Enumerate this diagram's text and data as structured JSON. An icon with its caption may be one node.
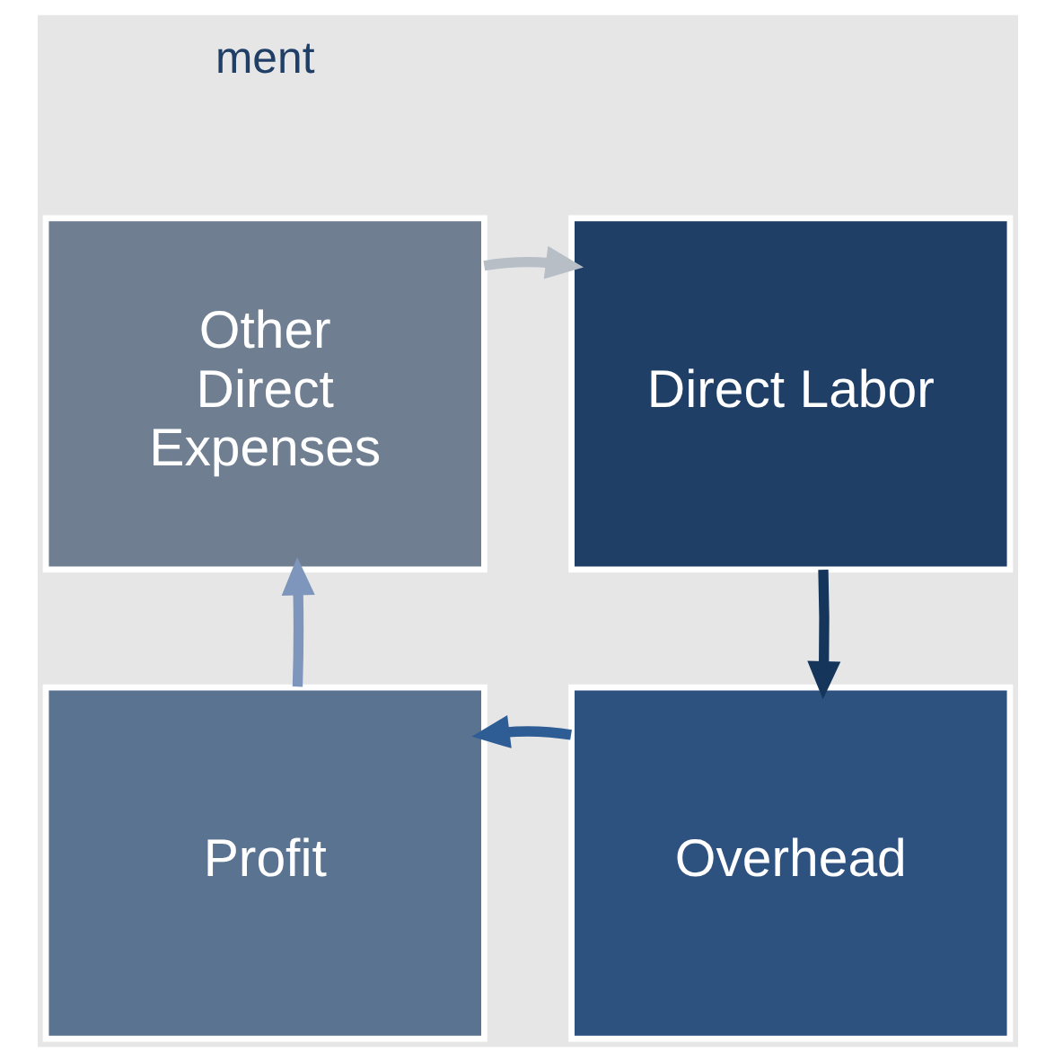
{
  "diagram": {
    "nodes": [
      {
        "text": [
          "Other Direct Expenses"
        ]
      },
      {
        "text": [
          "Direct Labor"
        ]
      },
      {
        "text": [
          "Profit"
        ]
      },
      {
        "text": [
          "Overhead"
        ]
      }
    ],
    "edges": [
      {
        "from": 0,
        "to": 1,
        "arrow": "to",
        "color": "#b8bec6"
      },
      {
        "from": 1,
        "to": 3,
        "arrow": "to",
        "color": "#16355a"
      },
      {
        "from": 3,
        "to": 2,
        "arrow": "to",
        "color": "#2e5d96"
      },
      {
        "from": 2,
        "to": 0,
        "arrow": "to",
        "color": "#7e96bb"
      }
    ],
    "labels": [
      "ment"
    ]
  }
}
